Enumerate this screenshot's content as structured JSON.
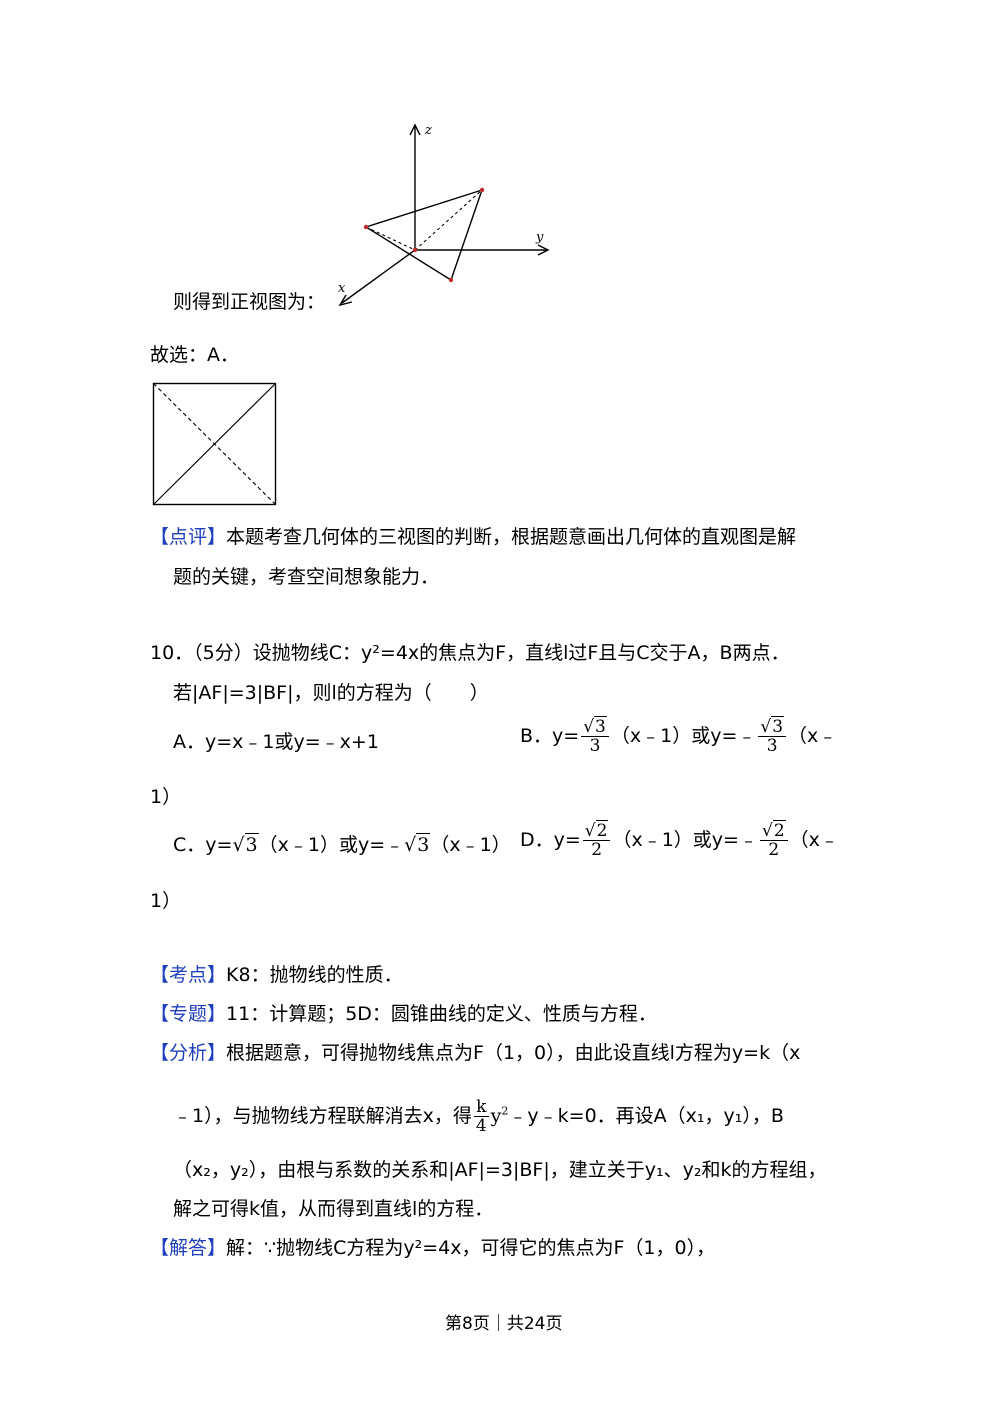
{
  "figure3d": {
    "z_label": "z",
    "y_label": "y",
    "x_label": "x"
  },
  "view_text": "则得到正视图为：",
  "choice_text": "故选：A．",
  "comment": {
    "tag": "【点评】",
    "line1": "本题考查几何体的三视图的判断，根据题意画出几何体的直观图是解",
    "line2": "题的关键，考查空间想象能力．"
  },
  "q10": {
    "line1": "10．（5分）设抛物线C：y²=4x的焦点为F，直线l过F且与C交于A，B两点．",
    "line2": "若|AF|=3|BF|，则l的方程为（　　）",
    "optA": "A．y=x﹣1或y=﹣x+1",
    "optB_prefix": "B．y=",
    "optB_mid": "（x﹣1）或y=﹣",
    "optB_suffix": "（x﹣",
    "optB_wrap": "1）",
    "optC_prefix": "C．y=",
    "optC_mid": "（x﹣1）或y=﹣",
    "optC_suffix": "（x﹣1）",
    "optD_prefix": "D．y=",
    "optD_mid": "（x﹣1）或y=﹣",
    "optD_suffix": "（x﹣",
    "optD_wrap": "1）",
    "sqrt3": "3",
    "sqrt2": "2",
    "den3": "3",
    "den2": "2"
  },
  "kaodian": {
    "tag": "【考点】",
    "text": "K8：抛物线的性质．"
  },
  "zhuanti": {
    "tag": "【专题】",
    "text": "11：计算题；5D：圆锥曲线的定义、性质与方程．"
  },
  "fenxi": {
    "tag": "【分析】",
    "line1": "根据题意，可得抛物线焦点为F（1，0），由此设直线l方程为y=k（x",
    "line2a": "﹣1），与抛物线方程联解消去x，得",
    "frac_num": "k",
    "frac_den": "4",
    "line2b": "y",
    "line2c": "﹣y﹣k=0．再设A（x₁，y₁），B",
    "line3": "（x₂，y₂），由根与系数的关系和|AF|=3|BF|，建立关于y₁、y₂和k的方程组，",
    "line4": "解之可得k值，从而得到直线l的方程．"
  },
  "jieda": {
    "tag": "【解答】",
    "text": "解：∵抛物线C方程为y²=4x，可得它的焦点为F（1，0），"
  },
  "footer": "第8页｜共24页"
}
